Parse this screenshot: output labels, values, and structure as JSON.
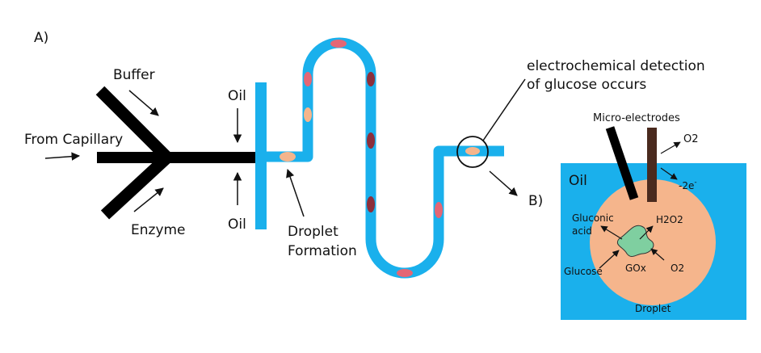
{
  "panel_a": {
    "label": "A)",
    "buffer": "Buffer",
    "from_capillary": "From Capillary",
    "enzyme": "Enzyme",
    "oil_top": "Oil",
    "oil_bottom": "Oil",
    "droplet_formation_line1": "Droplet",
    "droplet_formation_line2": "Formation",
    "detection_line1": "electrochemical detection",
    "detection_line2": "of glucose occurs"
  },
  "panel_b": {
    "label": "B)",
    "micro_electrodes": "Micro-electrodes",
    "oil": "Oil",
    "o2_top": "O2",
    "electrons": "-2e",
    "electrons_sup": "-",
    "gluconic_line1": "Gluconic",
    "gluconic_line2": "acid",
    "h2o2": "H2O2",
    "glucose": "Glucose",
    "gox": "GOx",
    "o2_bottom": "O2",
    "droplet": "Droplet"
  },
  "colors": {
    "channel": "#1ab0ec",
    "inlet": "#000000",
    "droplet_light": "#f5b58c",
    "droplet_red": "#e46675",
    "droplet_dark": "#8c2f3c",
    "electrode_dark": "#4a2a1e",
    "enzyme_green": "#7fcfa0"
  }
}
